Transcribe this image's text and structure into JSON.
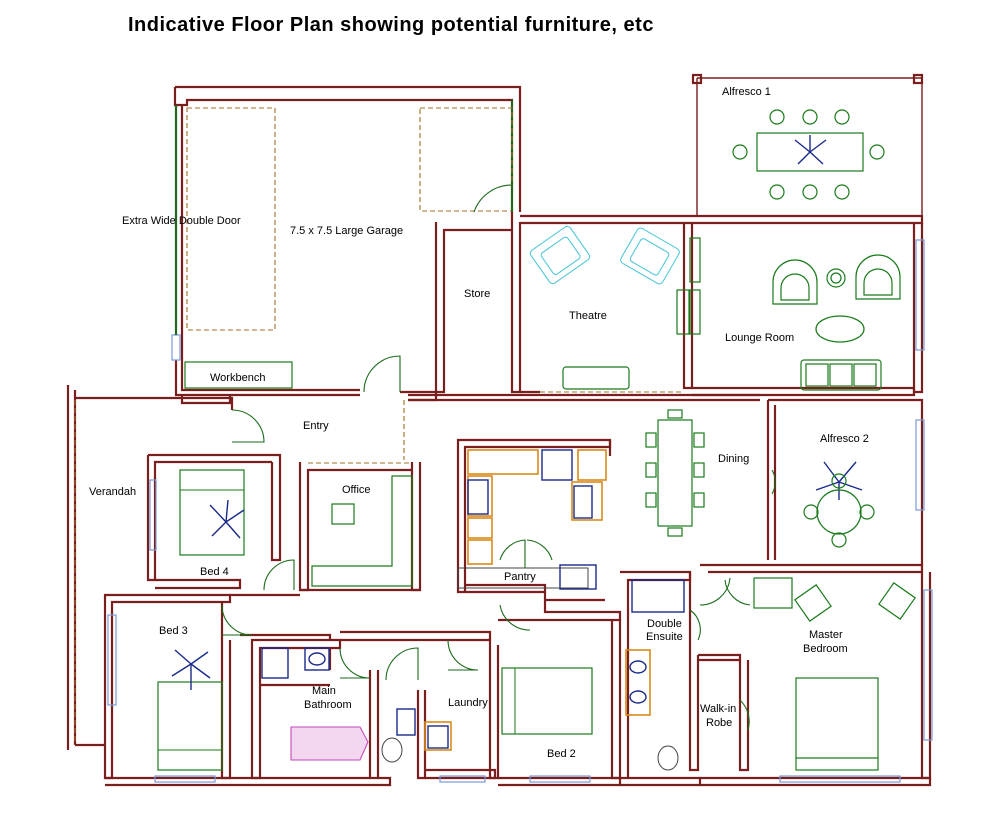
{
  "title": "Indicative Floor Plan showing potential furniture, etc",
  "rooms": {
    "alfresco1": "Alfresco 1",
    "garage": "7.5 x 7.5 Large Garage",
    "double_door": "Extra Wide Double Door",
    "store": "Store",
    "theatre": "Theatre",
    "lounge": "Lounge Room",
    "workbench": "Workbench",
    "entry": "Entry",
    "dining": "Dining",
    "alfresco2": "Alfresco 2",
    "verandah": "Verandah",
    "office": "Office",
    "bed4": "Bed 4",
    "pantry": "Pantry",
    "double_ensuite_1": "Double",
    "double_ensuite_2": "Ensuite",
    "master_1": "Master",
    "master_2": "Bedroom",
    "bed3": "Bed 3",
    "main_bath_1": "Main",
    "main_bath_2": "Bathroom",
    "laundry": "Laundry",
    "walkin_1": "Walk-in",
    "walkin_2": "Robe",
    "bed2": "Bed 2"
  },
  "colors": {
    "wall": "#7a1e1e",
    "furniture": "#1a7a1a",
    "theatre_chairs": "#55c8d8",
    "bath": "#c64ab8",
    "bench": "#d88a1a",
    "appliance": "#1a2a8a"
  }
}
